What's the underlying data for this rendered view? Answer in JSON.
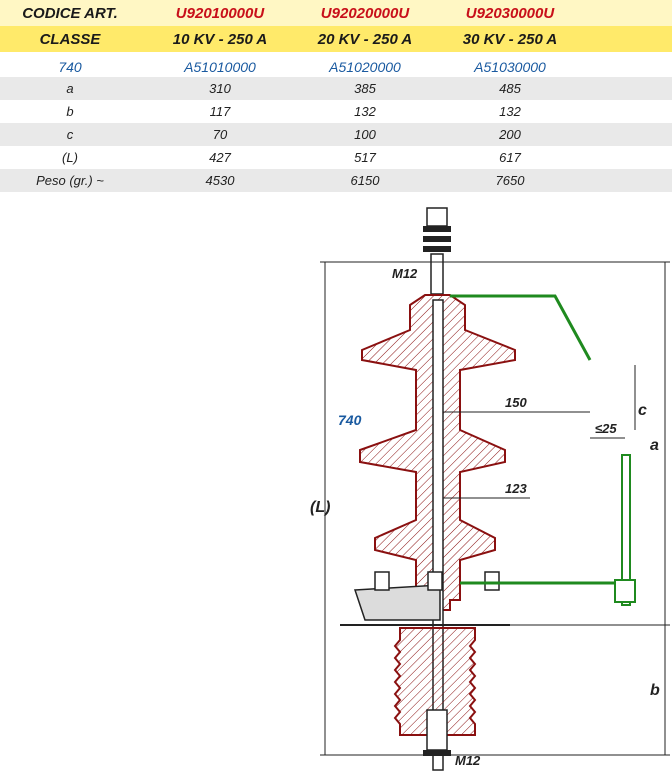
{
  "table": {
    "header_row1": {
      "label": "CODICE ART.",
      "codes": [
        "U92010000U",
        "U92020000U",
        "U92030000U"
      ]
    },
    "header_row2": {
      "label": "CLASSE",
      "classes": [
        "10 KV - 250 A",
        "20 KV - 250 A",
        "30 KV - 250 A"
      ]
    },
    "code_row": {
      "label": "740",
      "values": [
        "A51010000",
        "A51020000",
        "A51030000"
      ]
    },
    "rows": [
      {
        "label": "a",
        "values": [
          "310",
          "385",
          "485"
        ]
      },
      {
        "label": "b",
        "values": [
          "117",
          "132",
          "132"
        ]
      },
      {
        "label": "c",
        "values": [
          "70",
          "100",
          "200"
        ]
      },
      {
        "label": "(L)",
        "values": [
          "427",
          "517",
          "617"
        ]
      },
      {
        "label": "Peso (gr.) ~",
        "values": [
          "4530",
          "6150",
          "7650"
        ]
      }
    ]
  },
  "drawing": {
    "labels": {
      "m12_top": "M12",
      "m12_bottom": "M12",
      "dim_150": "150",
      "dim_123": "123",
      "dim_25": "≤25",
      "ref_740": "740",
      "dim_a": "a",
      "dim_b": "b",
      "dim_c": "c",
      "dim_L": "(L)"
    },
    "colors": {
      "insulator": "#8a1010",
      "bracket": "#1f8a1f",
      "blue_label": "#1a5aa0",
      "line": "#222222"
    }
  }
}
